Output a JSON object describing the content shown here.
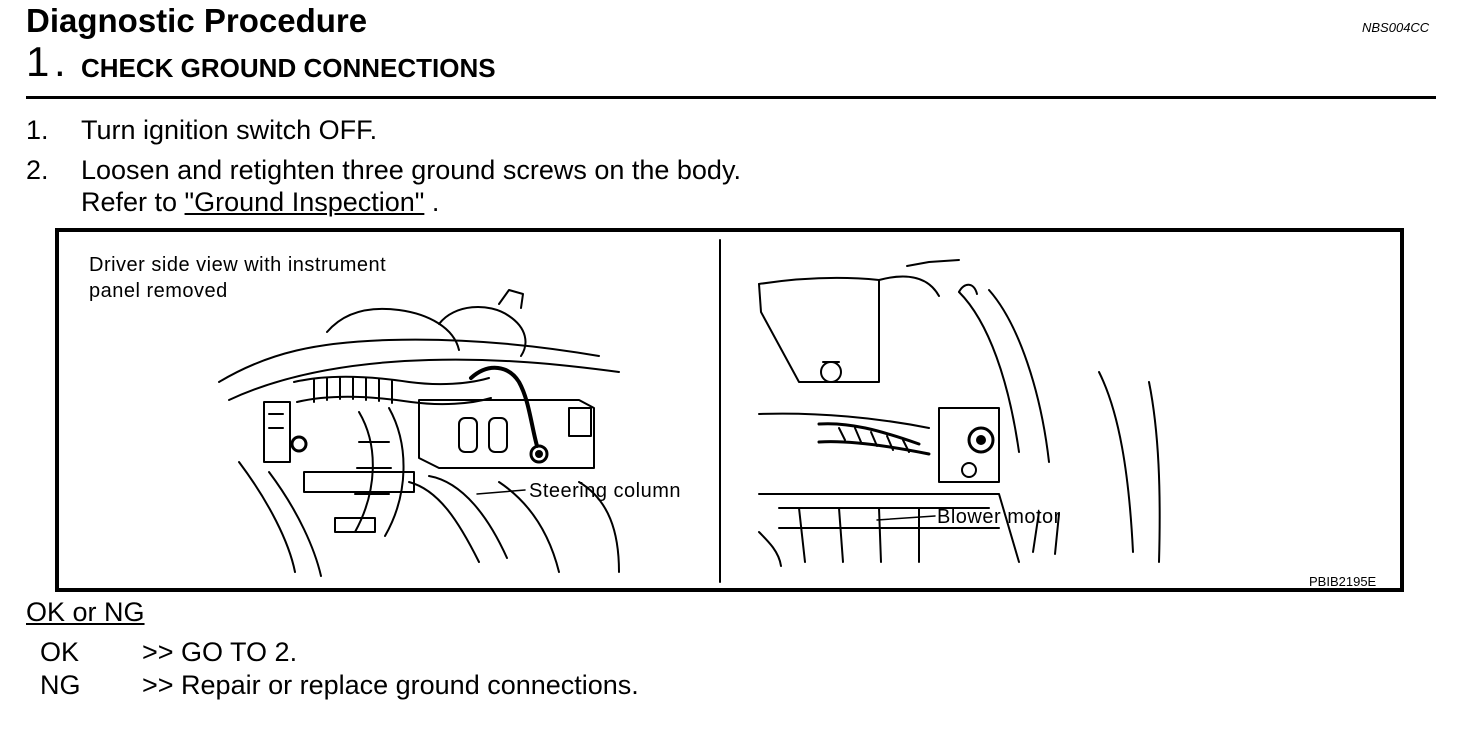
{
  "header": {
    "title": "Diagnostic Procedure",
    "code": "NBS004CC",
    "step_number": "1",
    "step_dot": ".",
    "step_title": "CHECK GROUND CONNECTIONS"
  },
  "steps": [
    {
      "num": "1.",
      "text": "Turn ignition switch OFF."
    },
    {
      "num": "2.",
      "text": "Loosen and retighten three ground screws on the body.",
      "refer_prefix": "Refer to ",
      "refer_link": "\"Ground Inspection\"",
      "refer_suffix": " ."
    }
  ],
  "figure": {
    "left_caption_line1": "Driver side view with instrument",
    "left_caption_line2": "panel removed",
    "label_steering": "Steering column",
    "label_blower": "Blower motor",
    "figure_code": "PBIB2195E"
  },
  "result": {
    "heading": "OK or NG",
    "rows": [
      {
        "key": "OK",
        "value": ">> GO TO 2."
      },
      {
        "key": "NG",
        "value": ">> Repair or replace ground connections."
      }
    ]
  }
}
